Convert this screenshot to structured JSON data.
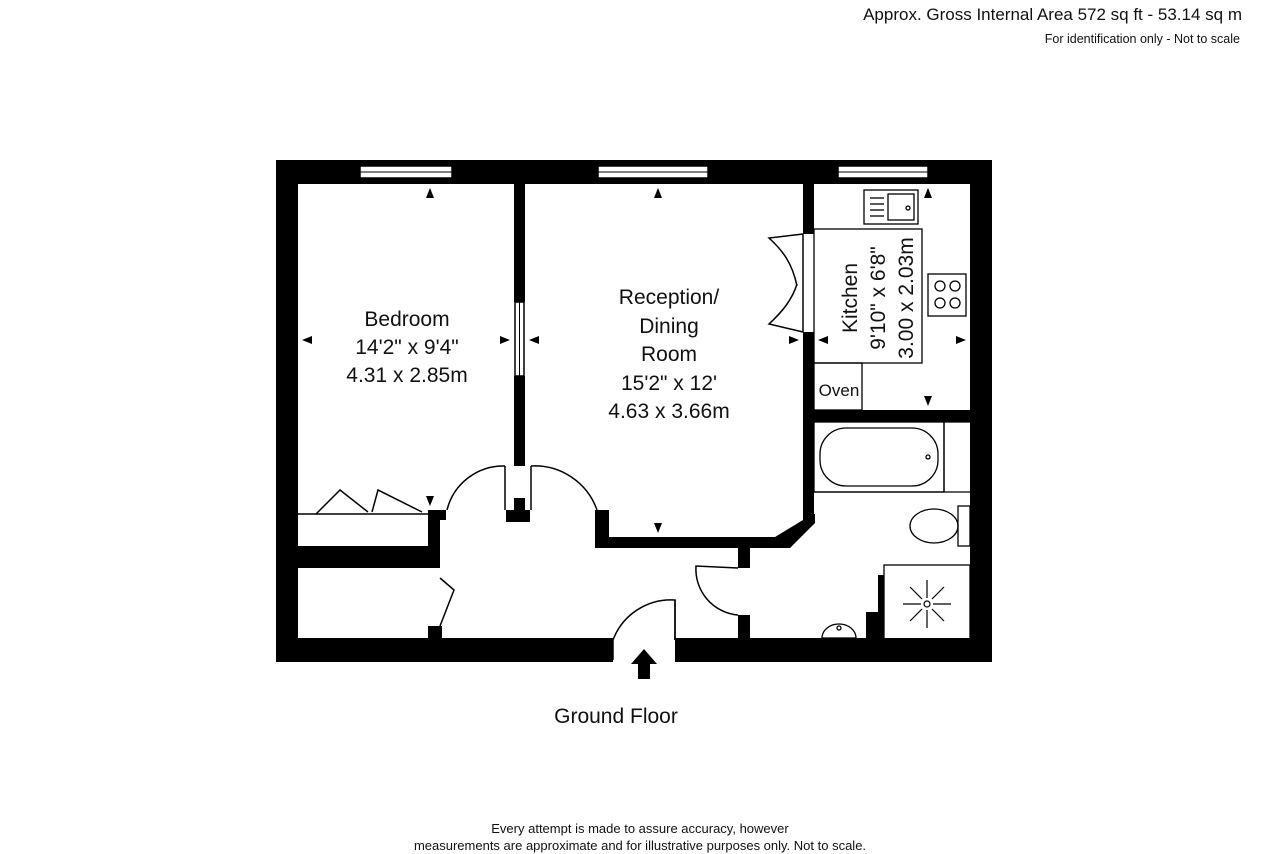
{
  "header": {
    "area": "Approx. Gross Internal Area 572 sq ft -  53.14 sq m",
    "note": "For identification only - Not to scale"
  },
  "rooms": {
    "bedroom": {
      "name": "Bedroom",
      "imperial": "14'2\" x 9'4\"",
      "metric": "4.31 x 2.85m"
    },
    "reception": {
      "name_line1": "Reception/",
      "name_line2": "Dining",
      "name_line3": "Room",
      "imperial": "15'2\" x 12'",
      "metric": "4.63 x 3.66m"
    },
    "kitchen": {
      "name": "Kitchen",
      "imperial": "9'10\" x 6'8\"",
      "metric": "3.00 x 2.03m"
    },
    "oven": "Oven"
  },
  "floor_label": "Ground Floor",
  "footer": {
    "line1": "Every attempt is made to assure accuracy, however",
    "line2": "measurements are approximate and for illustrative purposes only. Not to scale."
  }
}
